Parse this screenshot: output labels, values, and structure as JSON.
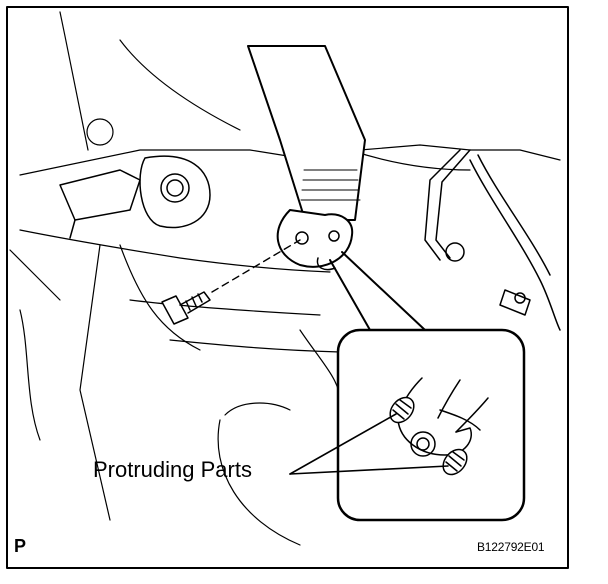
{
  "figure": {
    "callout_label": "Protruding Parts",
    "corner_mark": "P",
    "figure_code": "B122792E01"
  },
  "colors": {
    "line": "#000000",
    "background": "#ffffff"
  }
}
